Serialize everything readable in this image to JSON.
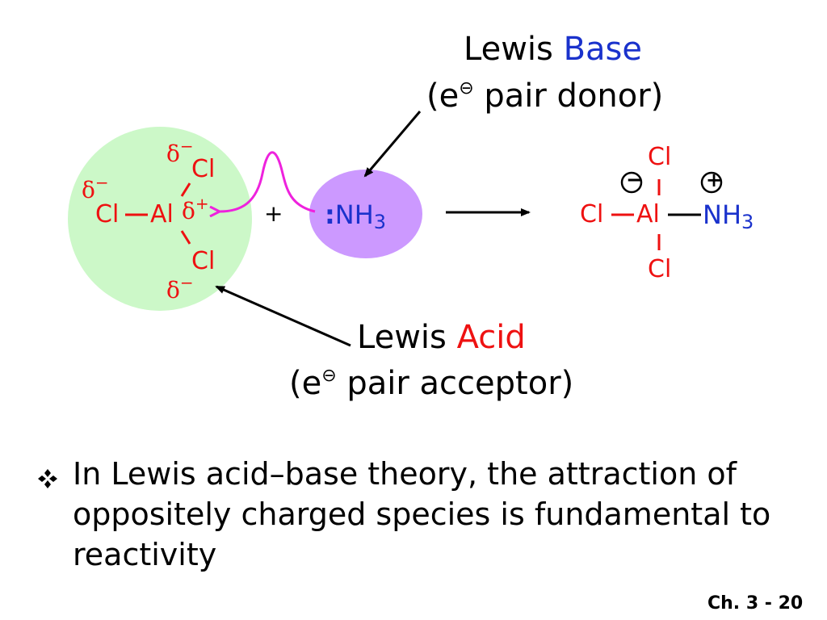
{
  "base_label": {
    "prefix": "Lewis ",
    "word": "Base",
    "desc_open": "(e",
    "charge": "⊖",
    "desc_rest": " pair donor)"
  },
  "acid_label": {
    "prefix": "Lewis ",
    "word": "Acid",
    "desc_open": "(e",
    "charge": "⊖",
    "desc_rest": " pair acceptor)"
  },
  "reactant_acid": {
    "cl": "Cl",
    "al": "Al",
    "delta_minus": "δ",
    "minus": "−",
    "delta_plus": "δ",
    "plus": "+"
  },
  "plus_sign": "+",
  "reactant_base": {
    "lone_pair": ":",
    "nh": "NH",
    "sub": "3"
  },
  "product": {
    "cl": "Cl",
    "al": "Al",
    "nh": "NH",
    "sub": "3",
    "minus": "−",
    "plus": "+"
  },
  "bullet": {
    "icon": "diamond-cluster-icon",
    "text": "In Lewis acid–base theory, the attraction of oppositely charged species is fundamental to reactivity"
  },
  "footer": "Ch. 3 - 20",
  "colors": {
    "red": "#ee1111",
    "blue": "#1a32cc",
    "magenta": "#ee22dd",
    "green_bg": "#ccf8c8",
    "purple_bg": "#cc99ff"
  }
}
